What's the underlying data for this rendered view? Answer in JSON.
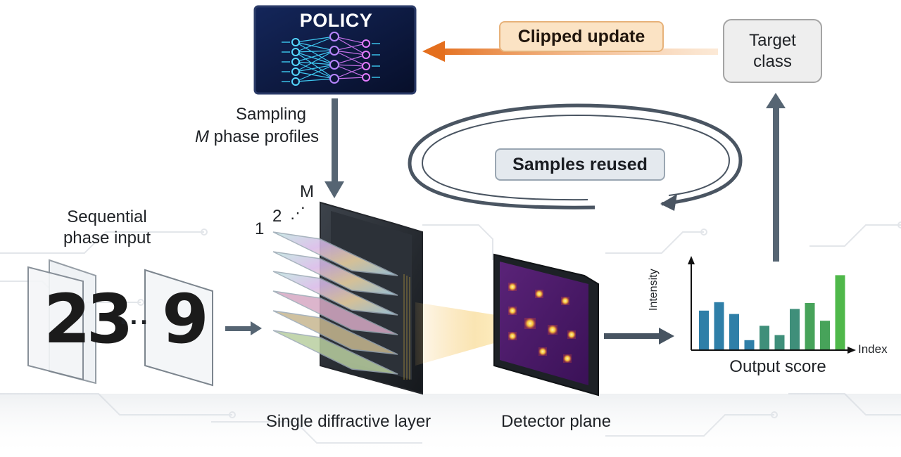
{
  "policy": {
    "title": "POLICY"
  },
  "labels": {
    "clipped_update": "Clipped update",
    "target_class_line1": "Target",
    "target_class_line2": "class",
    "sampling_line1": "Sampling",
    "sampling_M": "M",
    "sampling_line2_rest": " phase profiles",
    "samples_reused": "Samples reused",
    "sequential_line1": "Sequential",
    "sequential_line2": "phase input",
    "single_layer": "Single diffractive layer",
    "detector_plane": "Detector plane",
    "output_score": "Output score",
    "intensity": "Intensity",
    "index": "Index",
    "stack_M": "M",
    "stack_1": "1",
    "stack_2": "2",
    "stack_dots": "⋰"
  },
  "inputs": {
    "digit_a": "23",
    "ellipsis": "···",
    "digit_b": "9"
  },
  "chart_data": {
    "type": "bar",
    "xlabel": "Index",
    "ylabel": "Intensity",
    "values": [
      0.46,
      0.56,
      0.42,
      0.11,
      0.28,
      0.17,
      0.48,
      0.55,
      0.34,
      0.88
    ],
    "colors": [
      "#2f7fa8",
      "#2f7fa8",
      "#2f7fa8",
      "#2f7fa8",
      "#3f8f7a",
      "#3f8f7a",
      "#3f8f7a",
      "#47a35a",
      "#47a35a",
      "#4fb84a"
    ]
  },
  "colors": {
    "orange_arrow": "#e87a2c",
    "slate_arrow": "#566573",
    "policy_bg": "#0c1a40",
    "detector_bg": "#4a1a66",
    "spot": "#f2c23a"
  }
}
